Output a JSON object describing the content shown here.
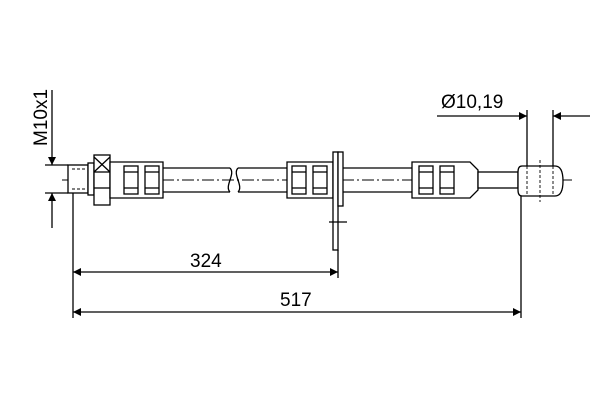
{
  "drawing": {
    "thread_label": "M10x1",
    "diameter_label": "Ø10,19",
    "dim_bracket_label": "324",
    "dim_total_label": "517"
  }
}
